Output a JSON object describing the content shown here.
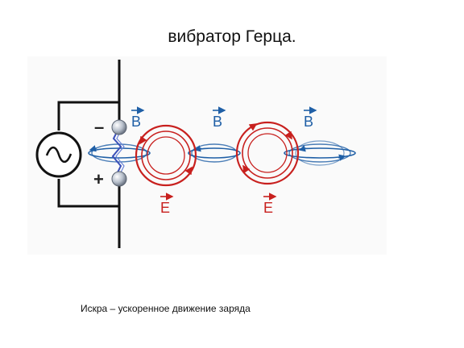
{
  "slide": {
    "title": "вибратор Герца.",
    "caption": "Искра – ускоренное движение заряда"
  },
  "diagram": {
    "charges": {
      "negative": "–",
      "positive": "+"
    },
    "field_labels": {
      "magnetic": [
        "B",
        "B",
        "B"
      ],
      "electric": [
        "E",
        "E"
      ]
    },
    "icons": [
      "ac-source-icon"
    ],
    "colors": {
      "circuit": "#111111",
      "magnetic_field": "#1f5fa6",
      "electric_field": "#c8201e"
    }
  }
}
